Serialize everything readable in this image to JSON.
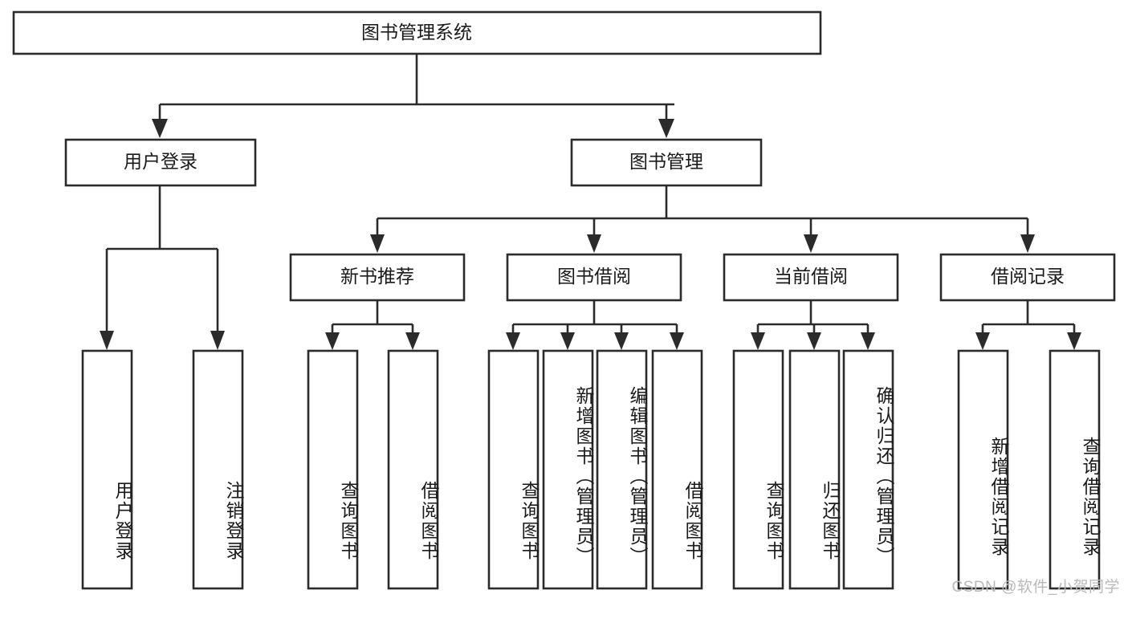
{
  "diagram": {
    "type": "tree-hierarchy-flowchart",
    "title": "图书管理系统",
    "watermark": "CSDN @软件_小贺同学",
    "colors": {
      "stroke": "#2b2b2b",
      "fill": "#ffffff",
      "text": "#1a1a1a",
      "watermark": "#b9b9b9",
      "background": "#ffffff"
    },
    "levels": {
      "root": {
        "label": "图书管理系统"
      },
      "level2": [
        {
          "label": "用户登录"
        },
        {
          "label": "图书管理"
        }
      ],
      "level3": [
        {
          "label": "新书推荐"
        },
        {
          "label": "图书借阅"
        },
        {
          "label": "当前借阅"
        },
        {
          "label": "借阅记录"
        }
      ],
      "leaves": {
        "user_login": [
          {
            "label": "用户登录"
          },
          {
            "label": "注销登录"
          }
        ],
        "new_book_recommend": [
          {
            "label": "查询图书"
          },
          {
            "label": "借阅图书"
          }
        ],
        "book_borrow": [
          {
            "label": "查询图书"
          },
          {
            "label": "新增图书（管理员）"
          },
          {
            "label": "编辑图书（管理员）"
          },
          {
            "label": "借阅图书"
          }
        ],
        "current_borrow": [
          {
            "label": "查询图书"
          },
          {
            "label": "归还图书"
          },
          {
            "label": "确认归还（管理员）"
          }
        ],
        "borrow_record": [
          {
            "label": "新增借阅记录"
          },
          {
            "label": "查询借阅记录"
          }
        ]
      }
    }
  }
}
